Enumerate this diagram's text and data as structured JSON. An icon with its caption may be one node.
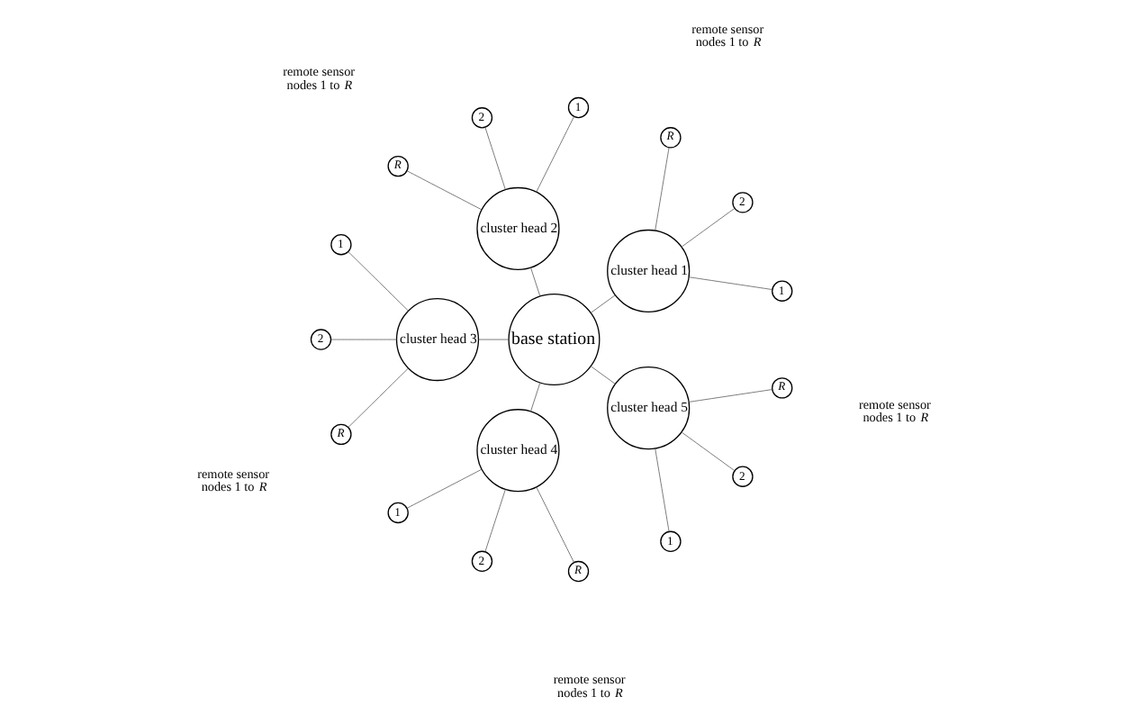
{
  "diagram": {
    "nodes": [
      {
        "text": [
          "base station"
        ]
      },
      {
        "text": [
          "cluster head 1"
        ]
      },
      {
        "text": [
          "1"
        ]
      },
      {
        "text": [
          "2"
        ]
      },
      {
        "text": [
          "R"
        ]
      },
      {
        "text": [
          "cluster head 2"
        ]
      },
      {
        "text": [
          "1"
        ]
      },
      {
        "text": [
          "2"
        ]
      },
      {
        "text": [
          "R"
        ]
      },
      {
        "text": [
          "cluster head 3"
        ]
      },
      {
        "text": [
          "1"
        ]
      },
      {
        "text": [
          "2"
        ]
      },
      {
        "text": [
          "R"
        ]
      },
      {
        "text": [
          "cluster head 4"
        ]
      },
      {
        "text": [
          "1"
        ]
      },
      {
        "text": [
          "2"
        ]
      },
      {
        "text": [
          "R"
        ]
      },
      {
        "text": [
          "cluster head 5"
        ]
      },
      {
        "text": [
          "1"
        ]
      },
      {
        "text": [
          "2"
        ]
      },
      {
        "text": [
          "R"
        ]
      }
    ],
    "edges": [
      {
        "from": 0,
        "to": 1,
        "arrow": "none"
      },
      {
        "from": 0,
        "to": 5,
        "arrow": "none"
      },
      {
        "from": 0,
        "to": 9,
        "arrow": "none"
      },
      {
        "from": 0,
        "to": 13,
        "arrow": "none"
      },
      {
        "from": 0,
        "to": 17,
        "arrow": "none"
      },
      {
        "from": 1,
        "to": 2,
        "arrow": "none"
      },
      {
        "from": 1,
        "to": 3,
        "arrow": "none"
      },
      {
        "from": 1,
        "to": 4,
        "arrow": "none"
      },
      {
        "from": 5,
        "to": 6,
        "arrow": "none"
      },
      {
        "from": 5,
        "to": 7,
        "arrow": "none"
      },
      {
        "from": 5,
        "to": 8,
        "arrow": "none"
      },
      {
        "from": 9,
        "to": 10,
        "arrow": "none"
      },
      {
        "from": 9,
        "to": 11,
        "arrow": "none"
      },
      {
        "from": 9,
        "to": 12,
        "arrow": "none"
      },
      {
        "from": 13,
        "to": 14,
        "arrow": "none"
      },
      {
        "from": 13,
        "to": 15,
        "arrow": "none"
      },
      {
        "from": 13,
        "to": 16,
        "arrow": "none"
      },
      {
        "from": 17,
        "to": 18,
        "arrow": "none"
      },
      {
        "from": 17,
        "to": 19,
        "arrow": "none"
      },
      {
        "from": 17,
        "to": 20,
        "arrow": "none"
      }
    ],
    "labels": [
      "remote sensor nodes 1 to *R*",
      "remote sensor nodes 1 to *R*",
      "remote sensor nodes 1 to *R*",
      "remote sensor nodes 1 to *R*",
      "remote sensor nodes 1 to *R*"
    ]
  }
}
